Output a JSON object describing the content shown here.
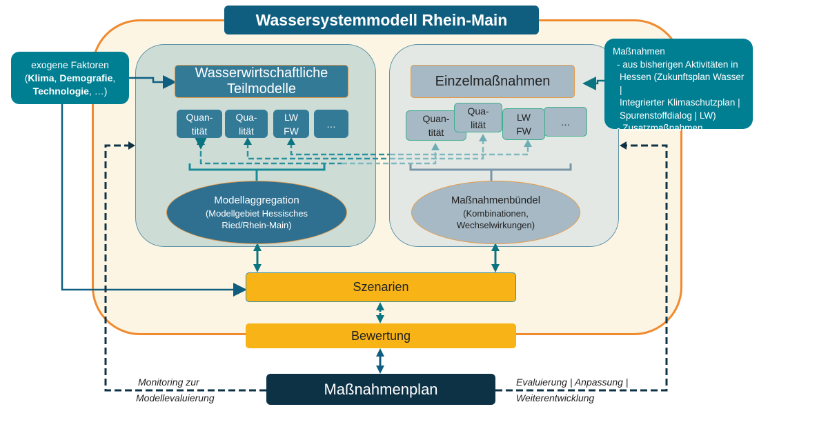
{
  "title": "Wassersystemmodell Rhein-Main",
  "exogenous": {
    "line1": "exogene Faktoren",
    "line2_open": "(",
    "klima": "Klima",
    "comma1": ", ",
    "demografie": "Demografie",
    "comma2": ",",
    "technologie": "Technologie",
    "tail": ", …)"
  },
  "left_panel": {
    "header": "Wasserwirtschaftliche Teilmodelle",
    "subitems": [
      {
        "l1": "Quan-",
        "l2": "tität"
      },
      {
        "l1": "Qua-",
        "l2": "lität"
      },
      {
        "l1": "LW",
        "l2": "FW"
      },
      {
        "l1": "…",
        "l2": ""
      }
    ],
    "ellipse_title": "Modellaggregation",
    "ellipse_sub": "(Modellgebiet Hessisches Ried/Rhein-Main)"
  },
  "right_panel": {
    "header": "Einzelmaßnahmen",
    "subitems": [
      {
        "l1": "Quan-",
        "l2": "tität"
      },
      {
        "l1": "Qua-",
        "l2": "lität"
      },
      {
        "l1": "LW",
        "l2": "FW"
      },
      {
        "l1": "…",
        "l2": ""
      }
    ],
    "ellipse_title": "Maßnahmenbündel",
    "ellipse_sub": "(Kombinationen, Wechselwirkungen)"
  },
  "measures_box": {
    "title": "Maßnahmen",
    "lines": [
      "- aus bisherigen Aktivitäten in",
      "Hessen (Zukunftsplan Wasser |",
      "Integrierter Klimaschutzplan |",
      "Spurenstoffdialog | LW)",
      "- Zusatzmaßnahmen"
    ]
  },
  "szenarien": "Szenarien",
  "bewertung": "Bewertung",
  "massnahmenplan": "Maßnahmenplan",
  "left_note": {
    "l1": "Monitoring zur",
    "l2": "Modellevaluierung"
  },
  "right_note": {
    "l1": "Evaluierung | Anpassung |",
    "l2": "Weiterentwicklung"
  },
  "colors": {
    "orange": "#ef8a2f",
    "dark_blue": "#0f5e80",
    "teal": "#007f93",
    "yellow": "#f8b417",
    "navy": "#0d3246"
  }
}
